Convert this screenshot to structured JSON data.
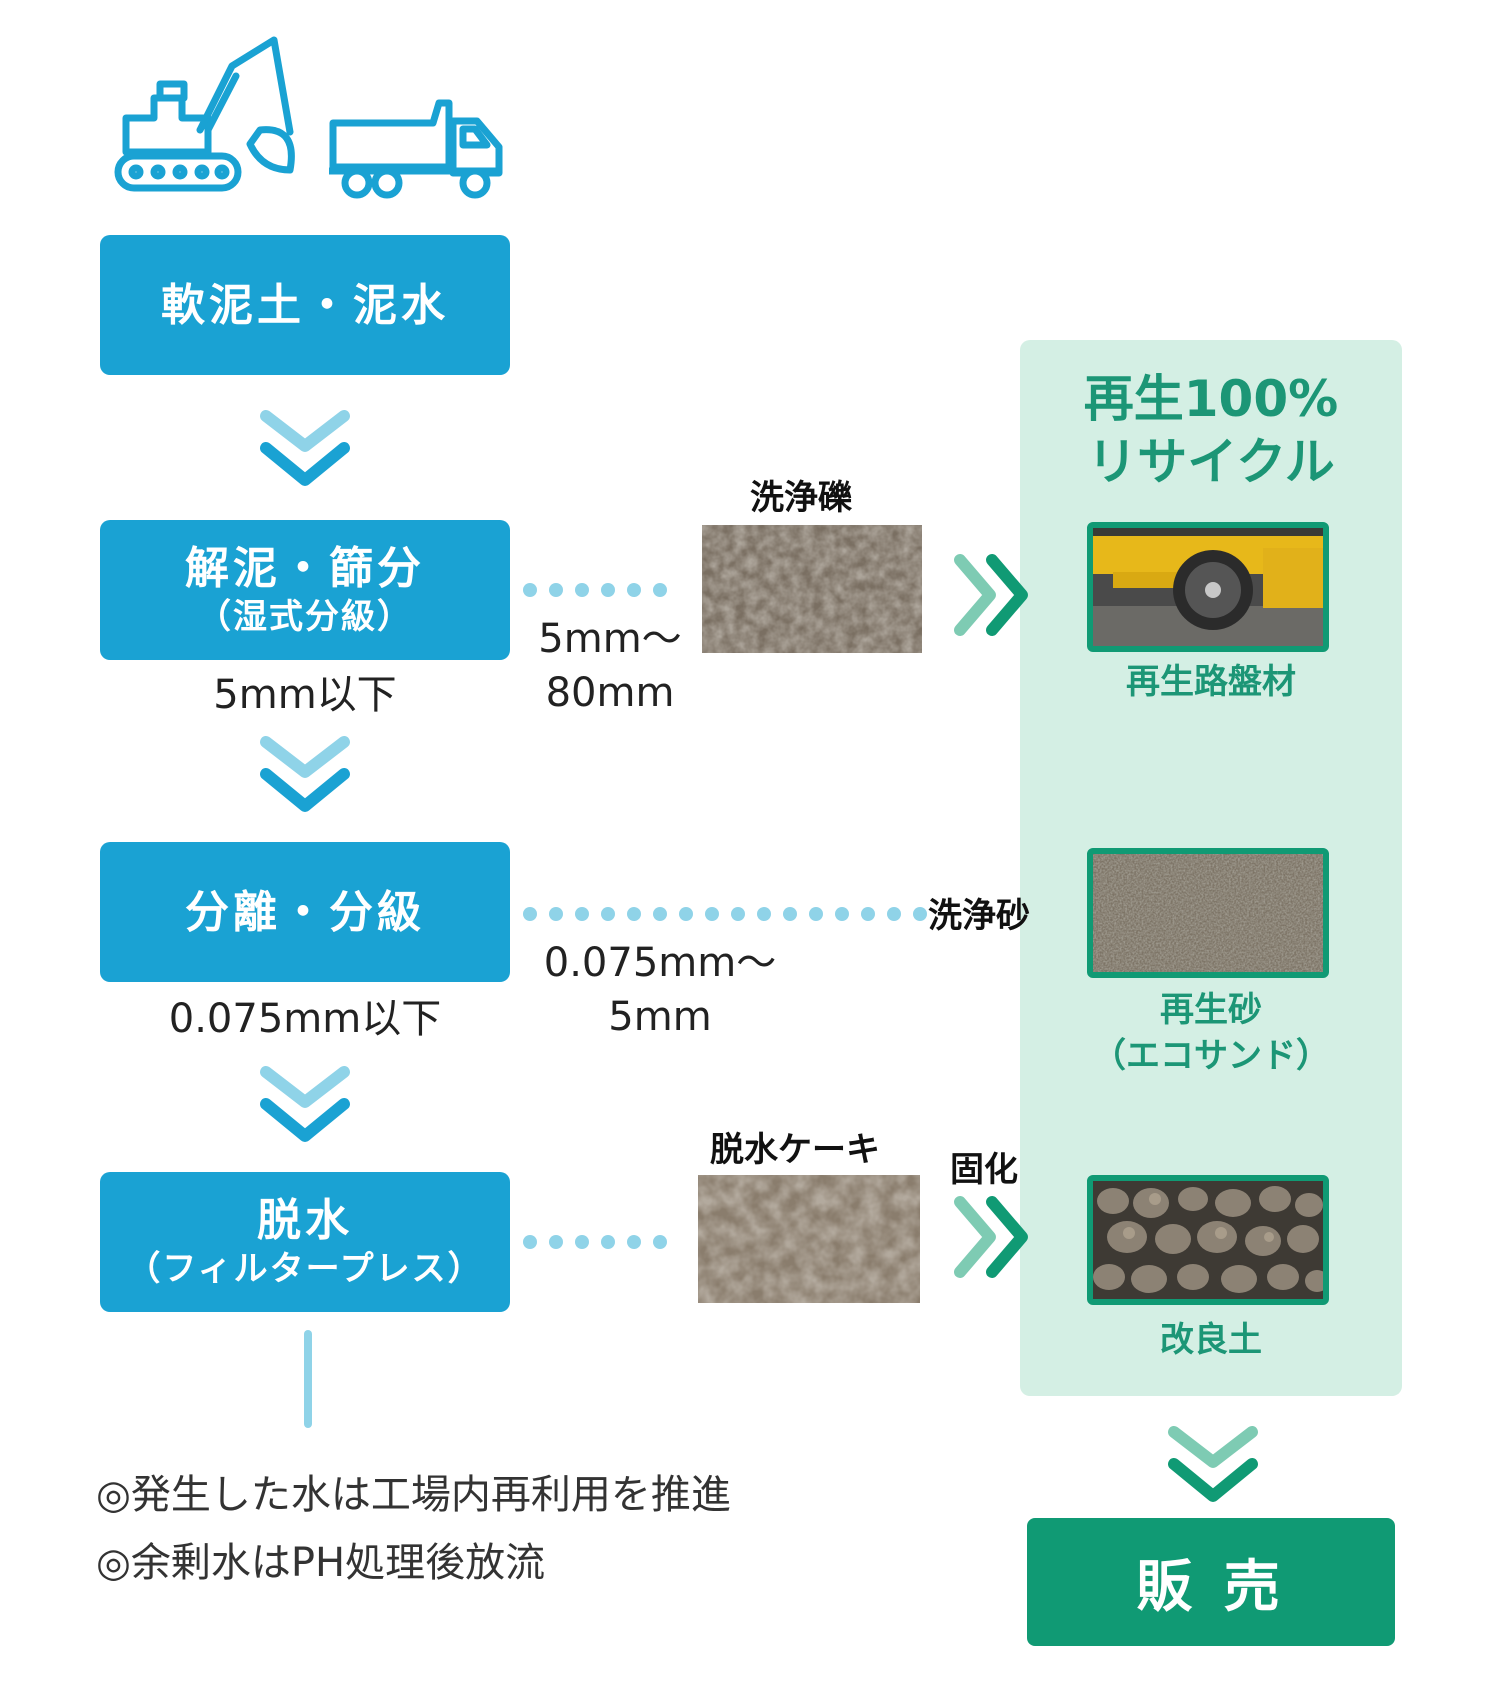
{
  "process": {
    "input": "軟泥土・泥水",
    "step1": {
      "title": "解泥・篩分",
      "sub": "（湿式分級）"
    },
    "step2": {
      "title": "分離・分級"
    },
    "step3": {
      "title": "脱水",
      "sub": "（フィルタープレス）"
    }
  },
  "flow_labels": {
    "below_step1": "5mm以下",
    "below_step2": "0.075mm以下",
    "branch1_line1": "5mm〜",
    "branch1_line2": "80mm",
    "branch2_line1": "0.075mm〜",
    "branch2_line2": "5mm"
  },
  "materials": {
    "gravel": "洗浄礫",
    "sand": "洗浄砂",
    "cake": "脱水ケーキ",
    "solidify": "固化"
  },
  "recycle": {
    "title_line1": "再生100%",
    "title_line2": "リサイクル",
    "product1": "再生路盤材",
    "product2_line1": "再生砂",
    "product2_line2": "（エコサンド）",
    "product3": "改良土"
  },
  "sale": "販 売",
  "notes": [
    "◎発生した水は工場内再利用を推進",
    "◎余剰水はPH処理後放流"
  ],
  "colors": {
    "process_blue": "#1aa2d3",
    "light_blue": "#8fd3e8",
    "green": "#109a74",
    "panel_green": "#d4efe4"
  },
  "icons": [
    "excavator-icon",
    "dump-truck-icon"
  ]
}
